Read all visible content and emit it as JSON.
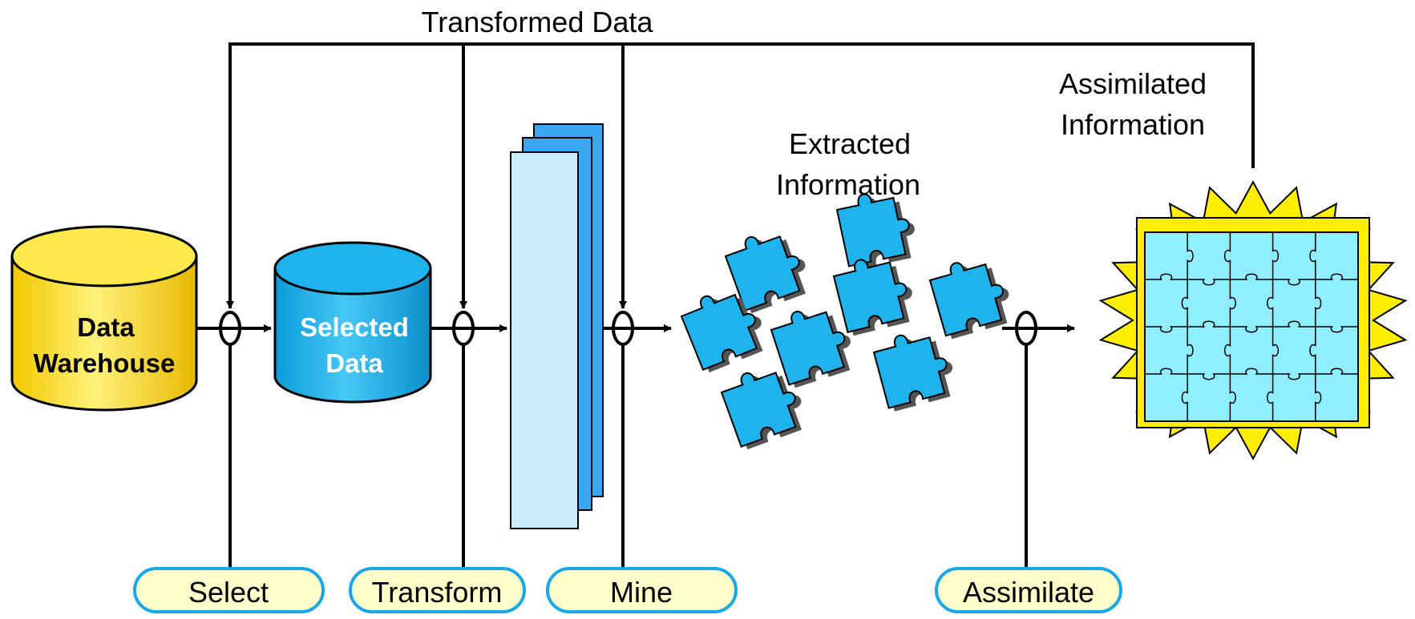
{
  "top_label": "Transformed Data",
  "warehouse": {
    "line1": "Data",
    "line2": "Warehouse"
  },
  "selected": {
    "line1": "Selected",
    "line2": "Data"
  },
  "extracted": {
    "line1": "Extracted",
    "line2": "Information"
  },
  "assimilated": {
    "line1": "Assimilated",
    "line2": "Information"
  },
  "steps": {
    "select": "Select",
    "transform": "Transform",
    "mine": "Mine",
    "assimilate": "Assimilate"
  },
  "colors": {
    "warehouse_fill": "#ffe84a",
    "selected_fill": "#1fb3ee",
    "page_light": "#c9ecfb",
    "page_mid": "#3aa8f0",
    "piece_fill": "#1fb3ee",
    "board_fill": "#8feeff",
    "star_fill": "#ffee00",
    "pill_fill": "#ffffcc",
    "pill_stroke": "#1aa7e8",
    "line": "#000000"
  }
}
